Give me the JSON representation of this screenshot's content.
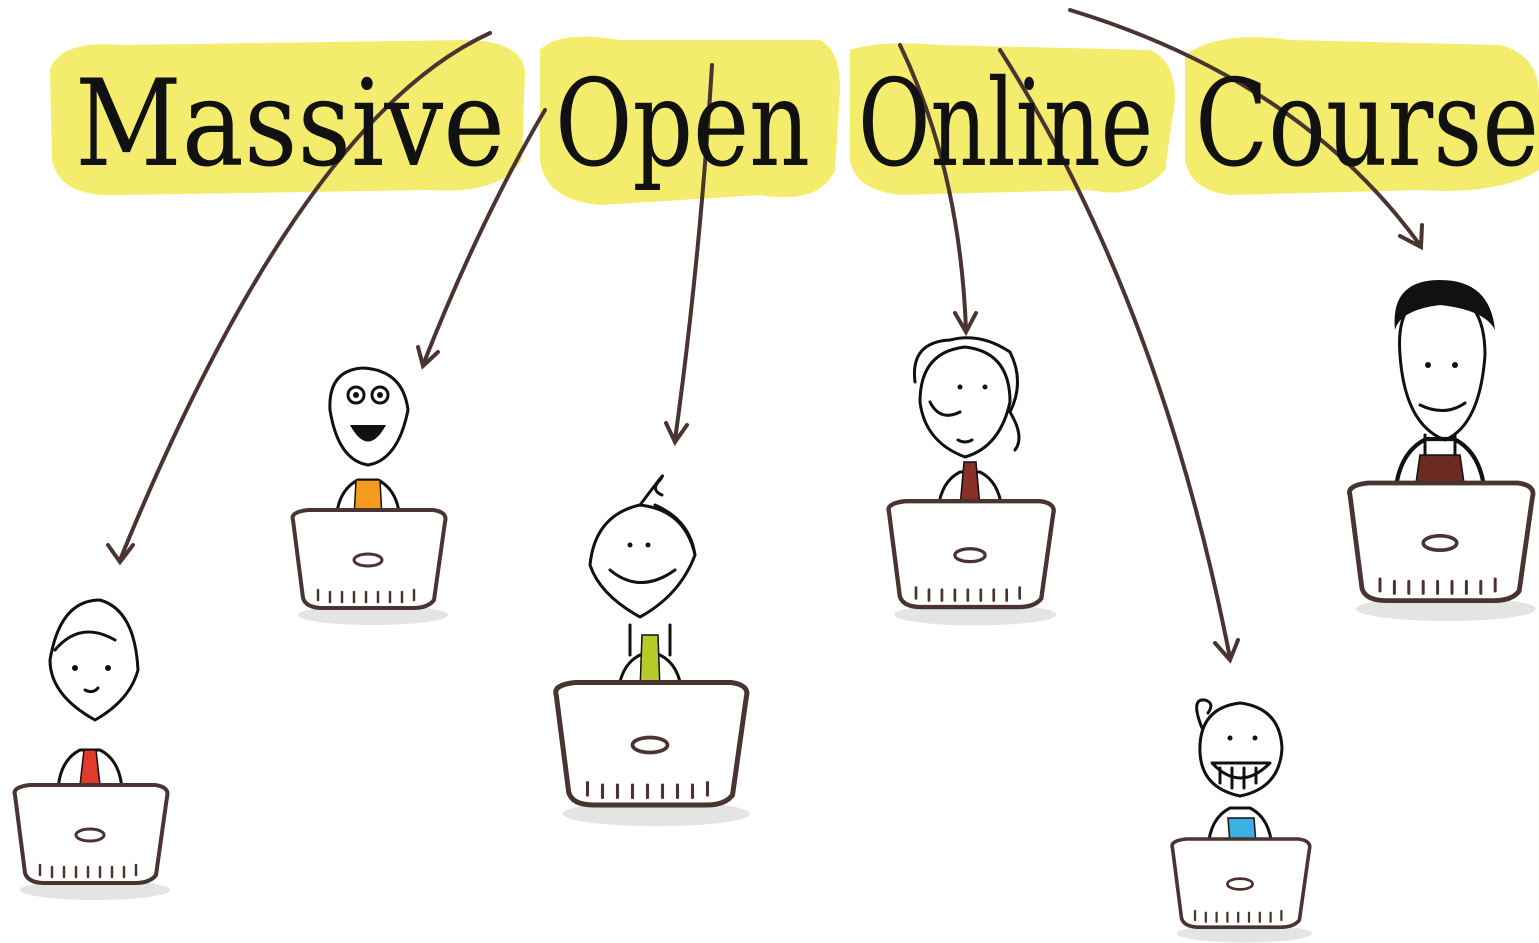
{
  "title": {
    "words": [
      "Massive",
      "Open",
      "Online",
      "Course"
    ]
  },
  "colors": {
    "highlight": "#f3ec6c",
    "arrow": "#4a3431",
    "ink": "#111111"
  },
  "learners": [
    {
      "name": "learner-1",
      "tie_color": "#e23b2e"
    },
    {
      "name": "learner-2",
      "tie_color": "#f39a1f"
    },
    {
      "name": "learner-3",
      "tie_color": "#b8c92a"
    },
    {
      "name": "learner-4",
      "tie_color": "#8a3028"
    },
    {
      "name": "learner-5",
      "tie_color": "#3ab1e0"
    },
    {
      "name": "learner-6",
      "tie_color": "#6b2a22"
    }
  ]
}
